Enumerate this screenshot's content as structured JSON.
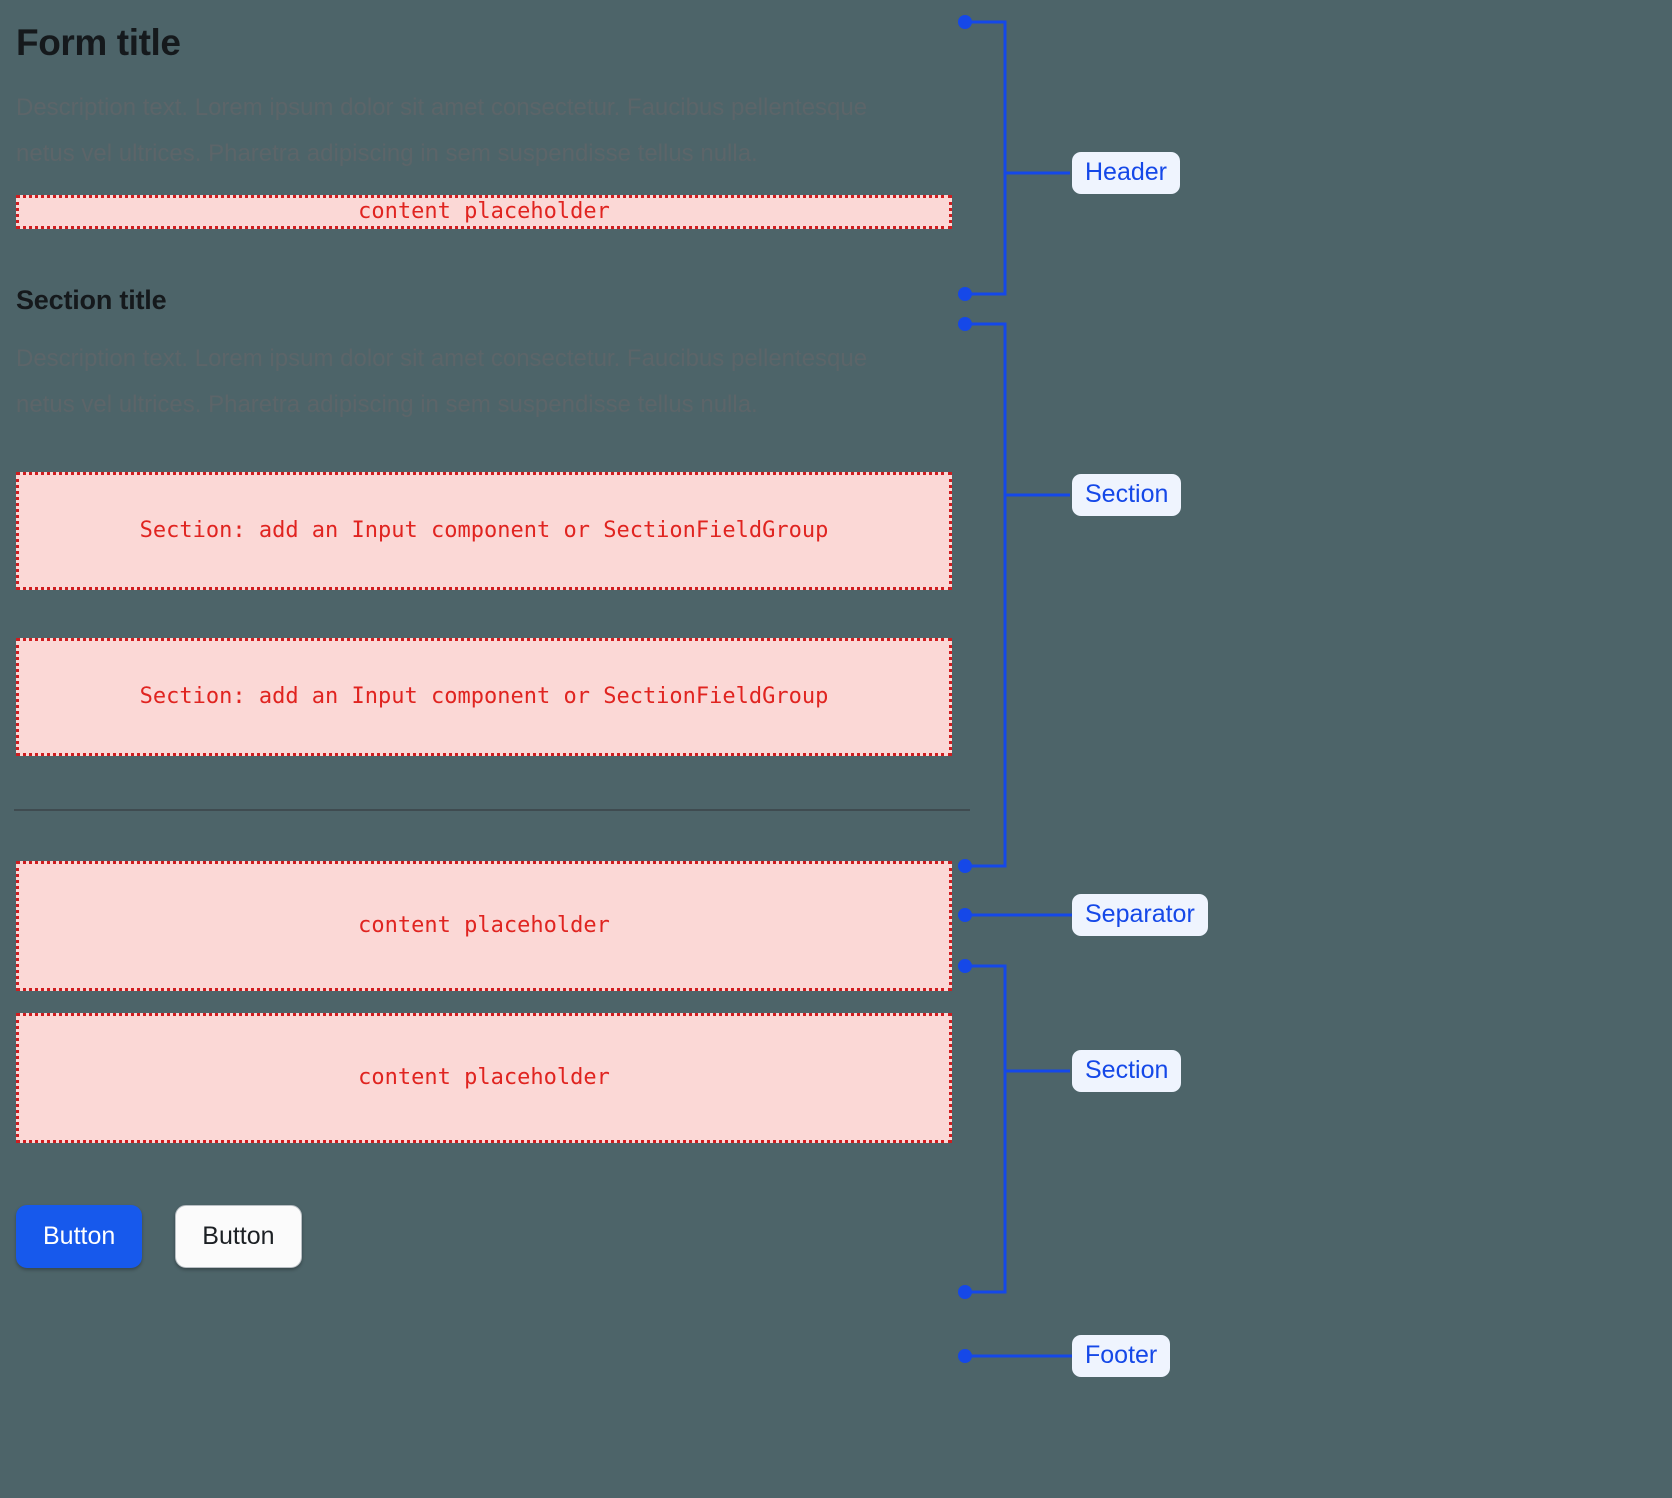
{
  "theme": {
    "background": "#4d6469",
    "title_color": "#15191c",
    "description_color": "#5c6569",
    "placeholder_bg": "#fbd8d6",
    "placeholder_border": "#cf1d20",
    "placeholder_text": "#e02420",
    "annotation_blue": "#1548e8",
    "annotation_chip_bg": "#eff4fe",
    "primary_button_bg": "#1759ec",
    "separator_color": "#3f4b50"
  },
  "header": {
    "title": "Form title",
    "description": "Description text. Lorem ipsum dolor sit amet consectetur. Faucibus pellentesque netus vel ultrices. Pharetra adipiscing in sem suspendisse tellus nulla.",
    "placeholder": "content placeholder"
  },
  "section": {
    "title": "Section title",
    "description": "Description text. Lorem ipsum dolor sit amet consectetur. Faucibus pellentesque netus vel ultrices. Pharetra adipiscing in sem suspendisse tellus nulla.",
    "field_placeholders": [
      "Section: add an Input component or SectionFieldGroup",
      "Section: add an Input component or SectionFieldGroup"
    ]
  },
  "second_section": {
    "placeholders": [
      "content placeholder",
      "content placeholder"
    ]
  },
  "footer": {
    "buttons": [
      {
        "label": "Button",
        "variant": "primary"
      },
      {
        "label": "Button",
        "variant": "secondary"
      }
    ]
  },
  "annotations": [
    {
      "label": "Header"
    },
    {
      "label": "Section"
    },
    {
      "label": "Separator"
    },
    {
      "label": "Section"
    },
    {
      "label": "Footer"
    }
  ]
}
